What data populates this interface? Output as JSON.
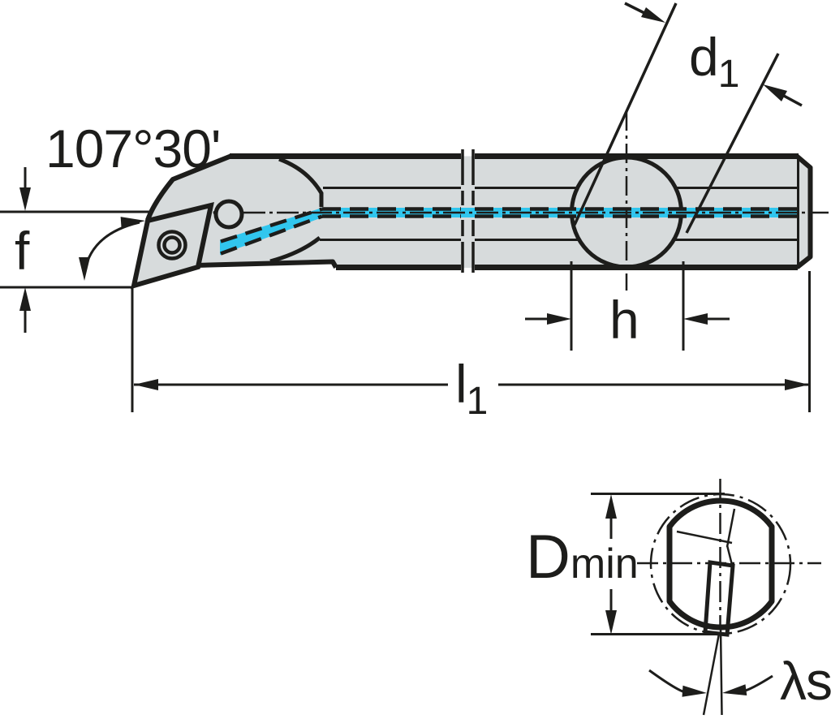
{
  "drawing": {
    "type": "technical-tool-drawing",
    "subject": "boring-bar-with-indexable-insert",
    "views": {
      "main": "side-view",
      "secondary": "end-view"
    }
  },
  "labels": {
    "angle": "107°30'",
    "f": "f",
    "d1": {
      "base": "d",
      "sub": "1"
    },
    "h": "h",
    "l1": {
      "base": "l",
      "sub": "1"
    },
    "dmin": {
      "base": "D",
      "sub": "min"
    },
    "lambda_s": "λs"
  },
  "colors": {
    "line": "#1d1d1b",
    "body": "#d7dbdc",
    "dome": "#a9aeb1",
    "insert": "#eec86e",
    "coolant": "#31c6ee",
    "white": "#ffffff"
  }
}
